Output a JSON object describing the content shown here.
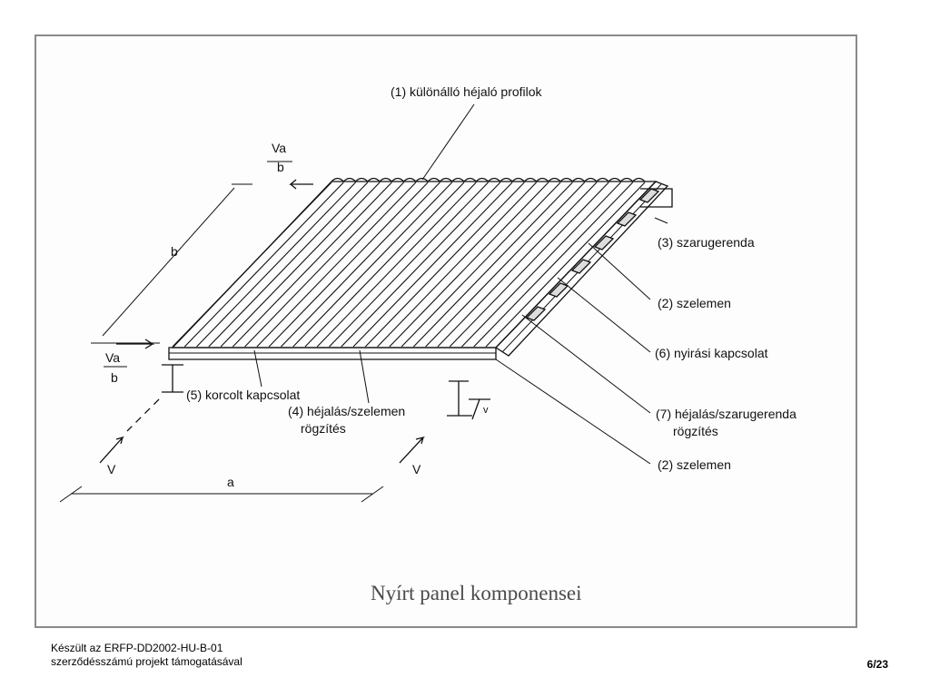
{
  "figure": {
    "labels": {
      "profiles": "(1) különálló héjaló profilok",
      "rafter": "(3) szarugerenda",
      "purlin_top": "(2) szelemen",
      "shear": "(6) nyirási kapcsolat",
      "sheeting_rafter_l1": "(7) héjalás/szarugerenda",
      "sheeting_rafter_l2": "rögzítés",
      "purlin_bottom": "(2) szelemen",
      "seam": "(5) korcolt kapcsolat",
      "sheeting_purlin_l1": "(4) héjalás/szelemen",
      "sheeting_purlin_l2": "rögzítés"
    },
    "symbols": {
      "va_top_num": "Va",
      "va_top_den": "b",
      "va_left_num": "Va",
      "va_left_den": "b",
      "b": "b",
      "a": "a",
      "v_left": "V",
      "v_right": "V",
      "v_small": "v"
    },
    "caption": "Nyírt panel komponensei"
  },
  "footer": {
    "line1": "Készült az ERFP-DD2002-HU-B-01",
    "line2": "szerződésszámú projekt támogatásával",
    "page": "6/23"
  }
}
